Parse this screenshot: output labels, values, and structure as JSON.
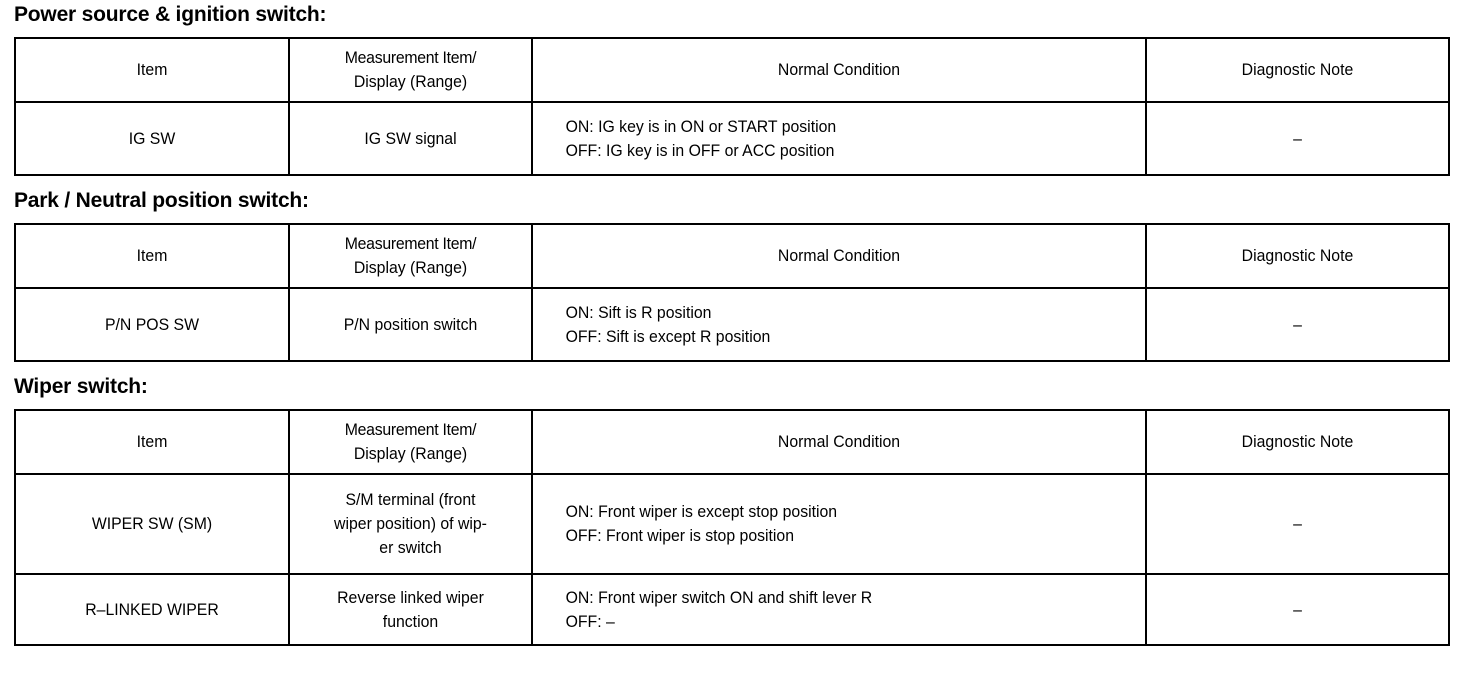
{
  "document": {
    "type": "service-manual-data-list",
    "columns": [
      "Item",
      "Measurement Item/ Display (Range)",
      "Normal Condition",
      "Diagnostic Note"
    ]
  },
  "common": {
    "header_item": "Item",
    "header_measurement_line1": "Measurement Item/",
    "header_measurement_line2": "Display (Range)",
    "header_normal_condition": "Normal Condition",
    "header_diagnostic_note": "Diagnostic Note",
    "dash": "–"
  },
  "sections": [
    {
      "heading": "Power source & ignition switch:",
      "rows": [
        {
          "item": [
            "IG SW"
          ],
          "measurement": [
            "IG SW signal"
          ],
          "normal_condition": [
            "ON: IG key is in ON or START position",
            "OFF: IG key is in OFF or ACC position"
          ],
          "diagnostic_note": "–"
        }
      ]
    },
    {
      "heading": "Park / Neutral position switch:",
      "rows": [
        {
          "item": [
            "P/N POS SW"
          ],
          "measurement": [
            "P/N position switch"
          ],
          "normal_condition": [
            "ON: Sift is R position",
            "OFF: Sift is except R position"
          ],
          "diagnostic_note": "–"
        }
      ]
    },
    {
      "heading": "Wiper switch:",
      "rows": [
        {
          "item": [
            "WIPER SW (SM)"
          ],
          "measurement": [
            "S/M terminal (front",
            "wiper position) of wip-",
            "er switch"
          ],
          "normal_condition": [
            "ON: Front wiper is except stop position",
            "OFF: Front wiper is stop position"
          ],
          "diagnostic_note": "–"
        },
        {
          "item": [
            "R–LINKED WIPER"
          ],
          "measurement": [
            "Reverse linked wiper",
            "function"
          ],
          "normal_condition": [
            "ON: Front wiper switch ON and shift lever R",
            "OFF: –"
          ],
          "diagnostic_note": "–"
        }
      ]
    }
  ]
}
